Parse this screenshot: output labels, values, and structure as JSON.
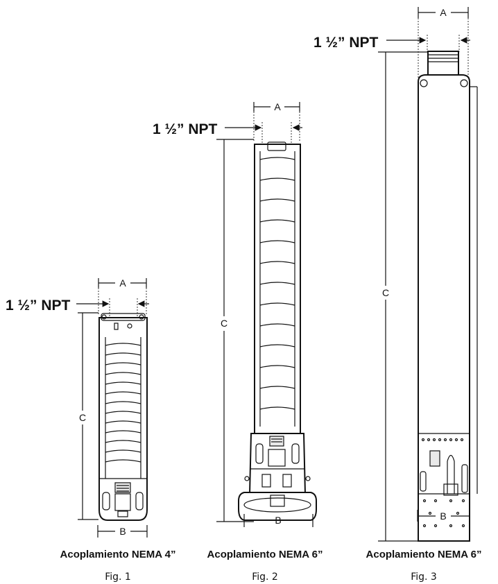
{
  "figures": [
    {
      "id": "fig1",
      "thread_label": "1 ½” NPT",
      "dim_a": "A",
      "dim_b": "B",
      "dim_c": "C",
      "caption": "Acoplamiento NEMA 4”",
      "fig_label": "Fig. 1"
    },
    {
      "id": "fig2",
      "thread_label": "1 ½” NPT",
      "dim_a": "A",
      "dim_b": "B",
      "dim_c": "C",
      "caption": "Acoplamiento NEMA 6”",
      "fig_label": "Fig. 2"
    },
    {
      "id": "fig3",
      "thread_label": "1 ½” NPT",
      "dim_a": "A",
      "dim_b": "B",
      "dim_c": "C",
      "caption": "Acoplamiento NEMA 6”",
      "fig_label": "Fig. 3"
    }
  ]
}
